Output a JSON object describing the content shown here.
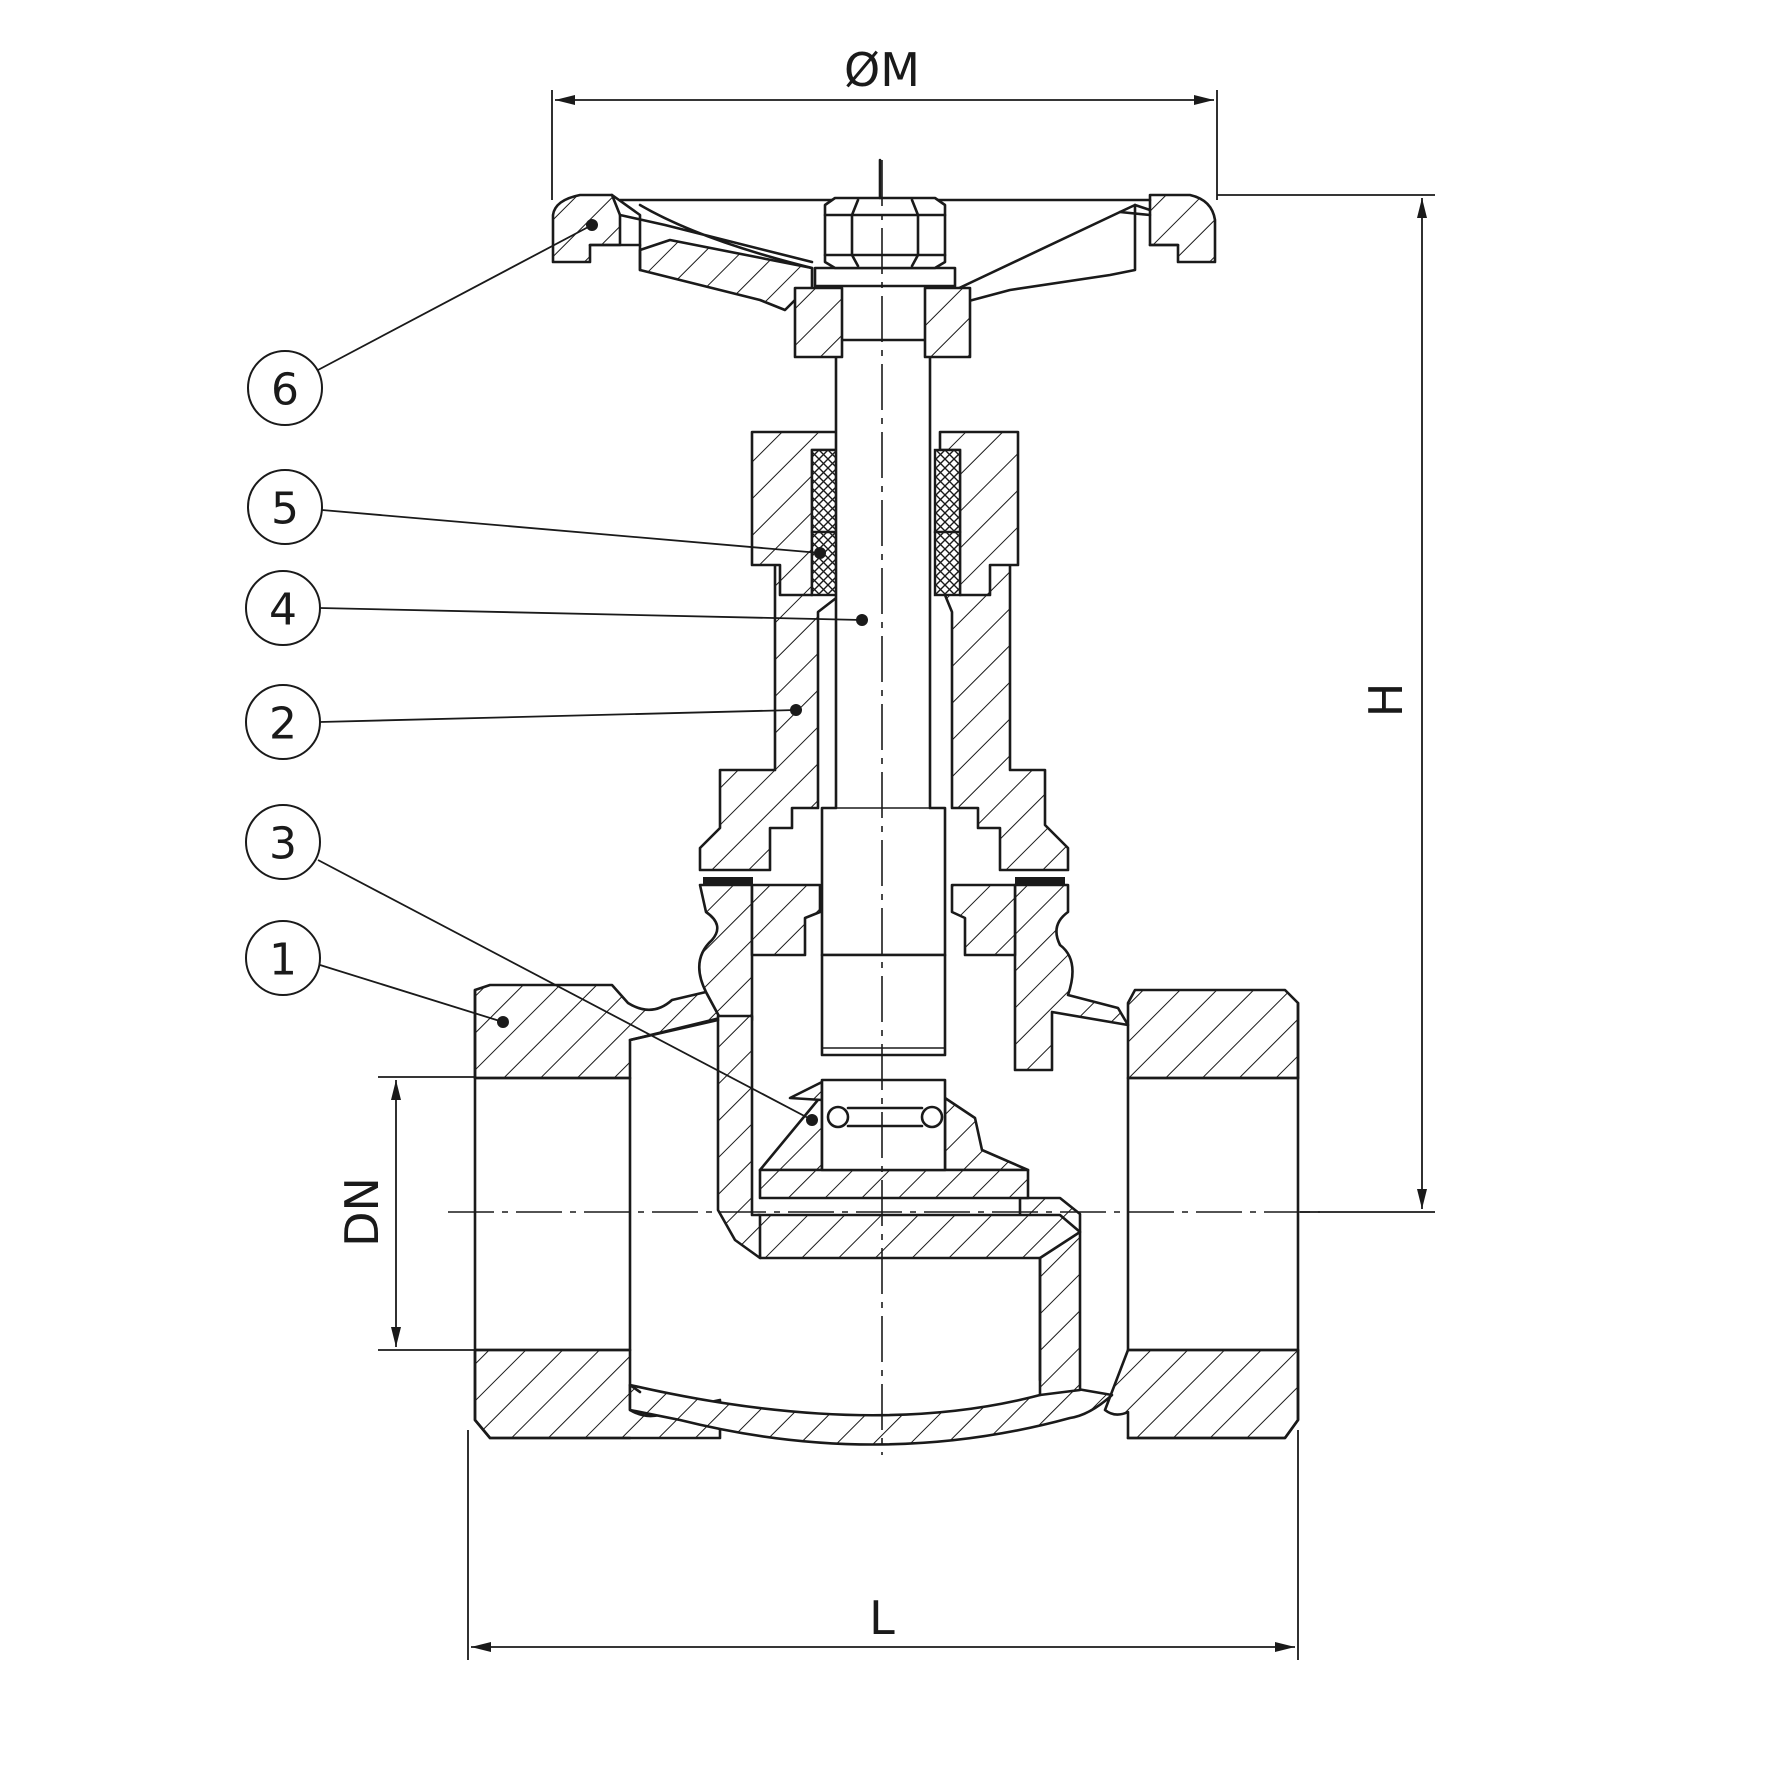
{
  "drawing": {
    "dimensions": [
      {
        "id": "m",
        "label": "ØM"
      },
      {
        "id": "h",
        "label": "H"
      },
      {
        "id": "dn",
        "label": "DN"
      },
      {
        "id": "l",
        "label": "L"
      }
    ],
    "callouts": [
      {
        "id": "c6",
        "label": "6"
      },
      {
        "id": "c5",
        "label": "5"
      },
      {
        "id": "c4",
        "label": "4"
      },
      {
        "id": "c2",
        "label": "2"
      },
      {
        "id": "c3",
        "label": "3"
      },
      {
        "id": "c1",
        "label": "1"
      }
    ]
  }
}
